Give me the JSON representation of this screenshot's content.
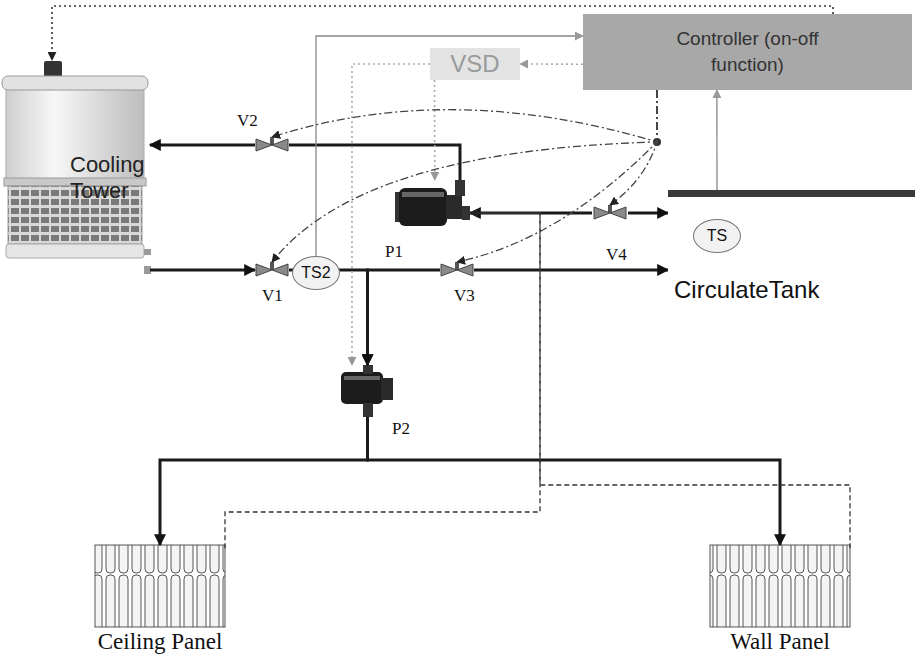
{
  "diagram": {
    "nodes": [
      {
        "text": [
          "Cooling Tower"
        ]
      },
      {
        "text": [
          "VSD"
        ]
      },
      {
        "text": [
          "Controller (on-off function)"
        ]
      },
      {
        "text": [
          "CirculateTank"
        ]
      },
      {
        "text": [
          "TS"
        ],
        "in": 3
      },
      {
        "text": [
          "TS2"
        ]
      },
      {
        "text": [
          "V2"
        ]
      },
      {
        "text": [
          "P1"
        ]
      },
      {
        "text": [
          "V4"
        ]
      },
      {
        "text": [
          "V1"
        ]
      },
      {
        "text": [
          "V3"
        ]
      },
      {
        "text": [
          "P2"
        ]
      },
      {
        "text": [
          "Ceiling Panel"
        ]
      },
      {
        "text": [
          "Wall Panel"
        ]
      }
    ],
    "edges": [
      {
        "from": 6,
        "to": 0,
        "arrow": "to"
      },
      {
        "from": 7,
        "to": 6,
        "arrow": "none"
      },
      {
        "from": 0,
        "to": 9,
        "arrow": "to"
      },
      {
        "from": 9,
        "to": 11,
        "arrow": "to"
      },
      {
        "from": 10,
        "to": 11,
        "arrow": "to"
      },
      {
        "from": 10,
        "to": 3,
        "arrow": "to"
      },
      {
        "from": 8,
        "to": 7,
        "arrow": "to"
      },
      {
        "from": 8,
        "to": 3,
        "arrow": "to"
      },
      {
        "from": 11,
        "to": 12,
        "arrow": "to"
      },
      {
        "from": 11,
        "to": 13,
        "arrow": "to"
      },
      {
        "from": 12,
        "to": 7,
        "arrow": "to"
      },
      {
        "from": 13,
        "to": 7,
        "arrow": "to"
      },
      {
        "from": 2,
        "to": 0,
        "arrow": "to"
      },
      {
        "from": 2,
        "to": 1,
        "arrow": "to"
      },
      {
        "from": 1,
        "to": 7,
        "arrow": "to"
      },
      {
        "from": 1,
        "to": 11,
        "arrow": "to"
      },
      {
        "from": 4,
        "to": 2,
        "arrow": "to"
      },
      {
        "from": 5,
        "to": 2,
        "arrow": "to"
      },
      {
        "from": 2,
        "to": 6,
        "arrow": "to"
      },
      {
        "from": 2,
        "to": 9,
        "arrow": "to"
      },
      {
        "from": 2,
        "to": 10,
        "arrow": "to"
      },
      {
        "from": 2,
        "to": 8,
        "arrow": "to"
      }
    ]
  }
}
